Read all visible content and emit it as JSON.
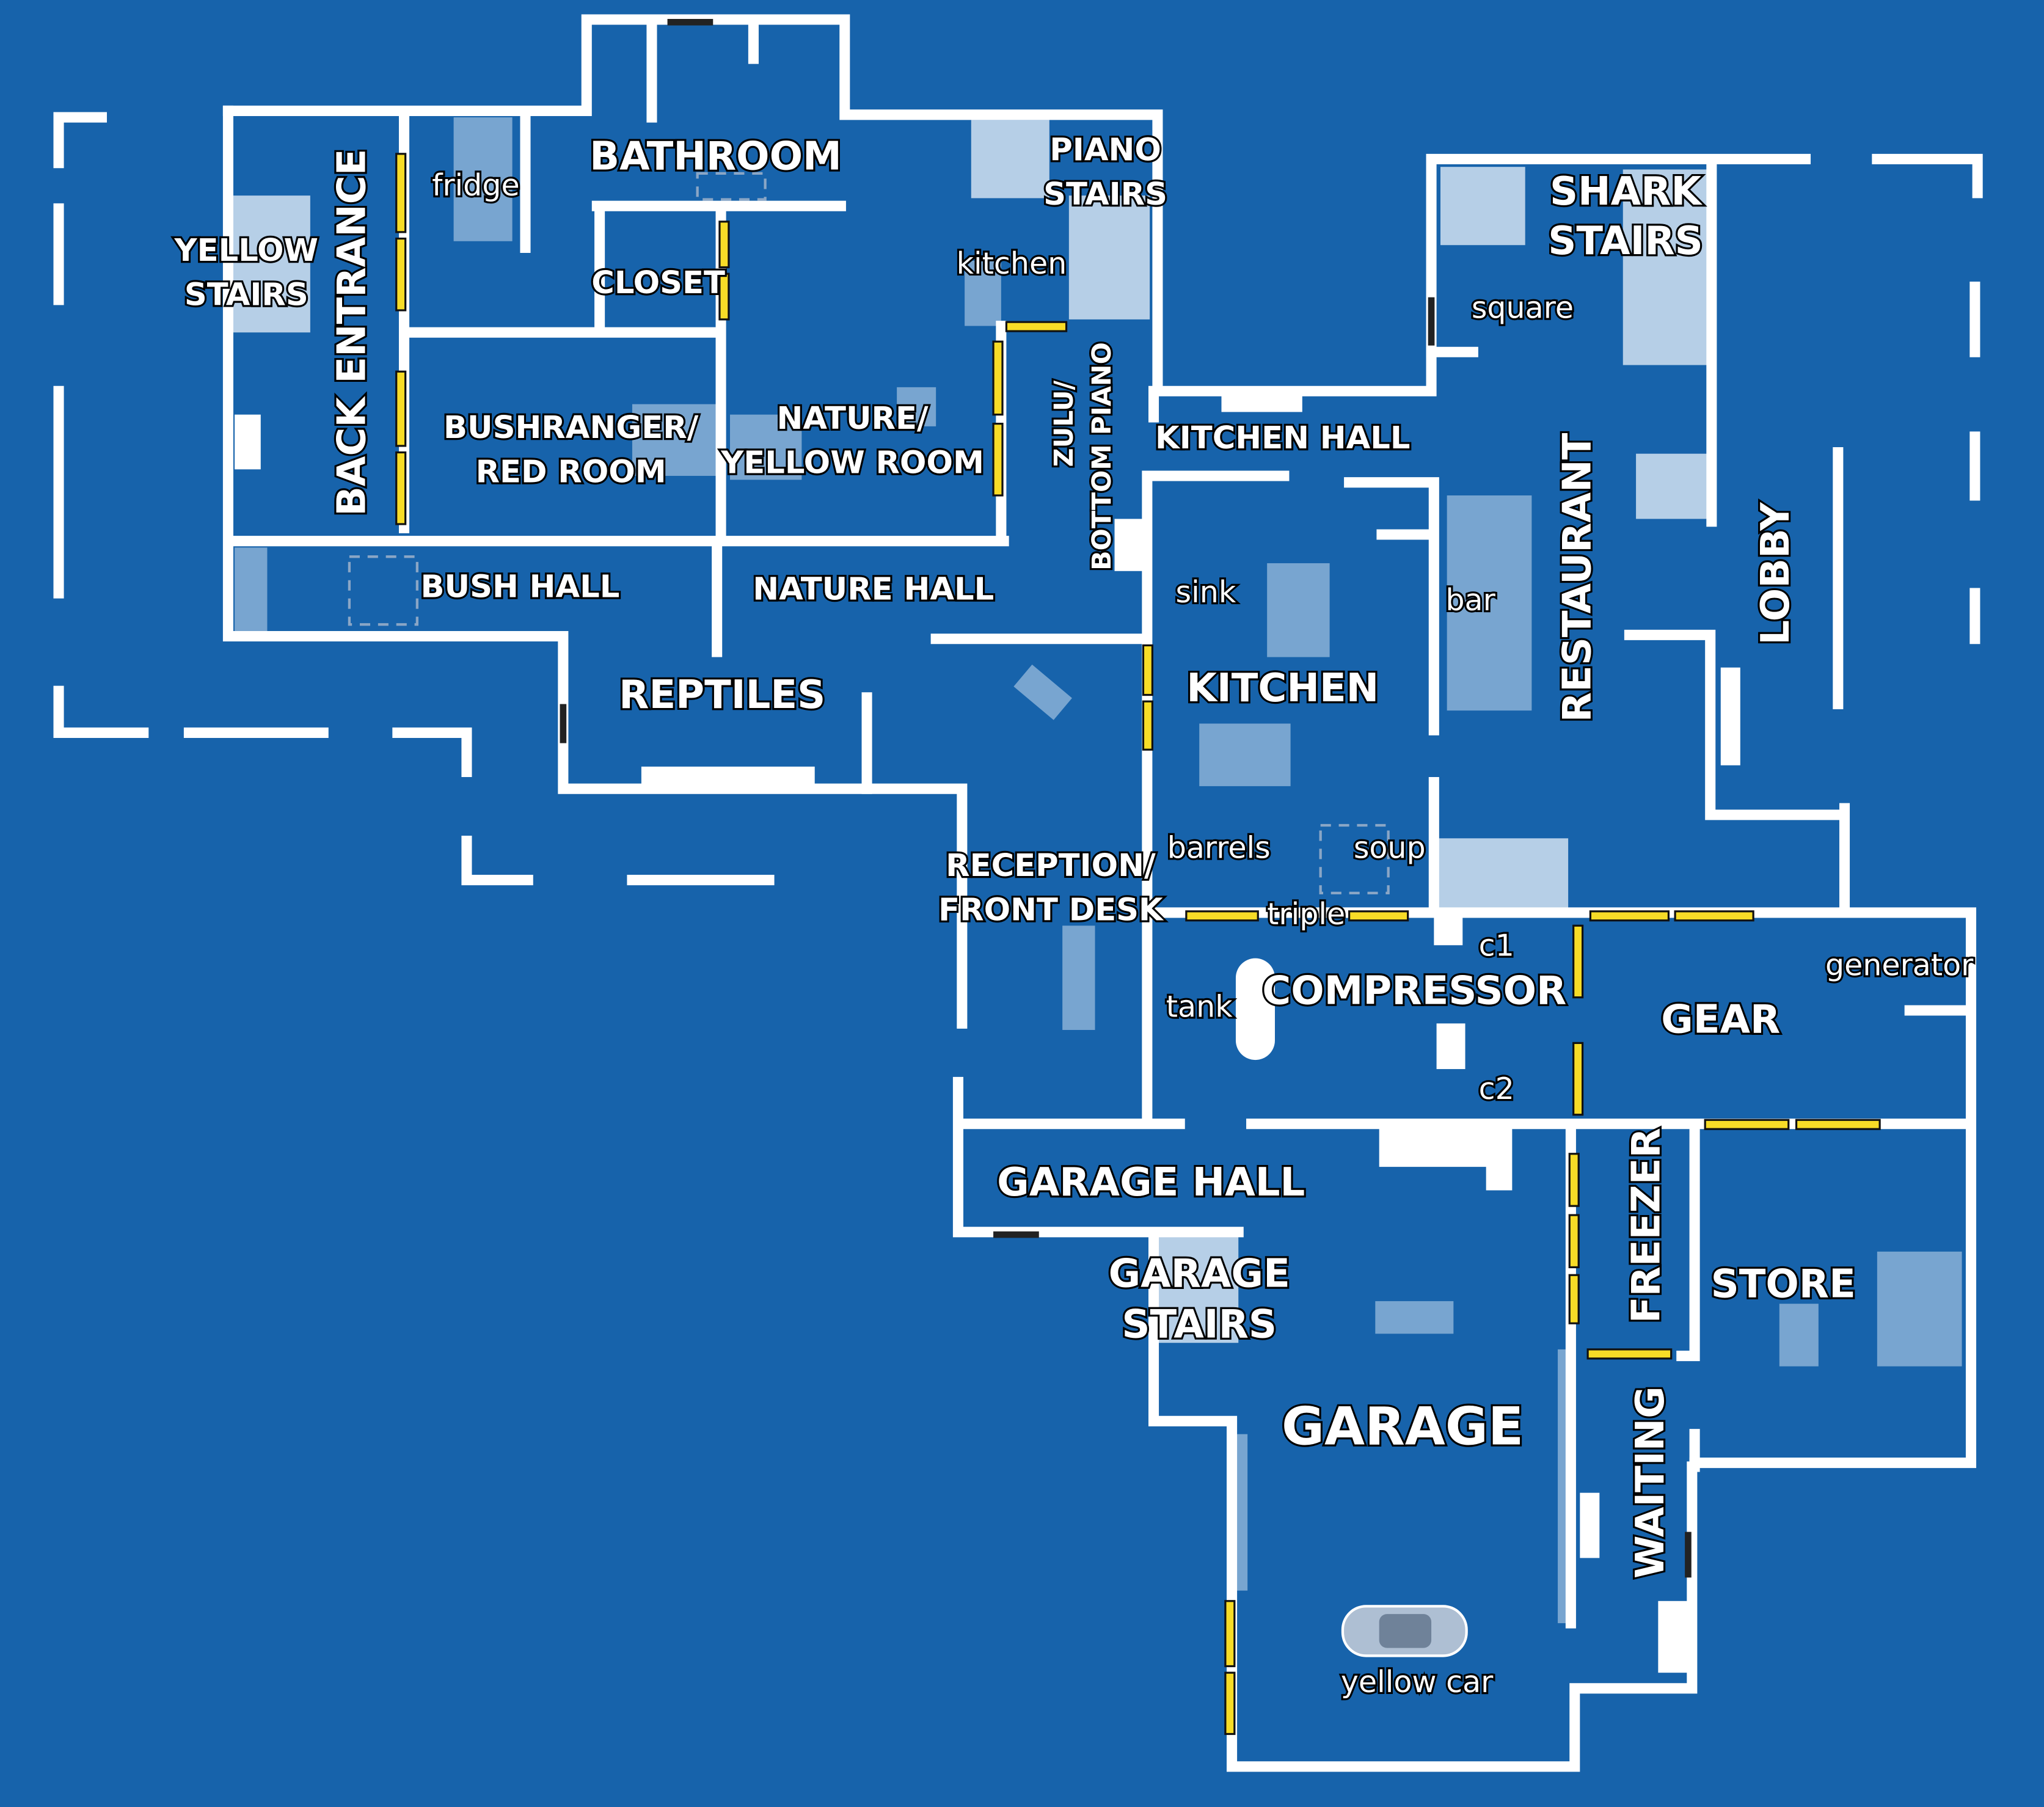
{
  "colors": {
    "background": "#1763ab",
    "wall": "#ffffff",
    "door": "#f7dc27"
  },
  "rooms": {
    "bathroom": "BATHROOM",
    "piano_stairs_1": "PIANO",
    "piano_stairs_2": "STAIRS",
    "shark_stairs_1": "SHARK",
    "shark_stairs_2": "STAIRS",
    "yellow_stairs_1": "YELLOW",
    "yellow_stairs_2": "STAIRS",
    "back_entrance": "BACK ENTRANCE",
    "closet": "CLOSET",
    "bushranger_1": "BUSHRANGER/",
    "bushranger_2": "RED ROOM",
    "nature_1": "NATURE/",
    "nature_2": "YELLOW ROOM",
    "zulu_1": "ZULU/",
    "zulu_2": "BOTTOM PIANO",
    "kitchen_hall": "KITCHEN HALL",
    "bush_hall": "BUSH HALL",
    "nature_hall": "NATURE HALL",
    "reptiles": "REPTILES",
    "kitchen": "KITCHEN",
    "restaurant": "RESTAURANT",
    "lobby": "LOBBY",
    "reception_1": "RECEPTION/",
    "reception_2": "FRONT DESK",
    "compressor": "COMPRESSOR",
    "gear": "GEAR",
    "garage_hall": "GARAGE HALL",
    "garage_stairs_1": "GARAGE",
    "garage_stairs_2": "STAIRS",
    "garage": "GARAGE",
    "freezer": "FREEZER",
    "store": "STORE",
    "waiting": "WAITING"
  },
  "points": {
    "fridge": "fridge",
    "kitchen": "kitchen",
    "square": "square",
    "sink": "sink",
    "bar": "bar",
    "barrels": "barrels",
    "soup": "soup",
    "triple": "triple",
    "c1": "c1",
    "c2": "c2",
    "tank": "tank",
    "generator": "generator",
    "yellow_car": "yellow car"
  }
}
